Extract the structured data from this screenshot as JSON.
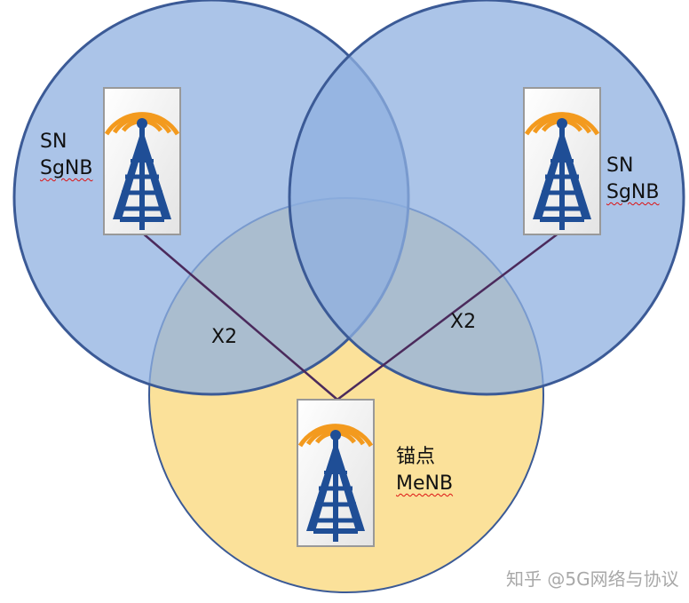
{
  "nodes": {
    "left": {
      "role": "SN",
      "name": "SgNB"
    },
    "right": {
      "role": "SN",
      "name": "SgNB"
    },
    "anchor": {
      "role": "锚点",
      "name": "MeNB"
    }
  },
  "links": {
    "left_label": "X2",
    "right_label": "X2"
  },
  "watermark": "知乎 @5G网络与协议",
  "colors": {
    "sn_circle_fill": "#8fb0e0",
    "anchor_circle_fill": "#fbe19a",
    "circle_stroke": "#3b5a96",
    "link_line": "#4b2a5c",
    "tower_blue": "#1f4e96",
    "signal_orange": "#f39a1e"
  }
}
